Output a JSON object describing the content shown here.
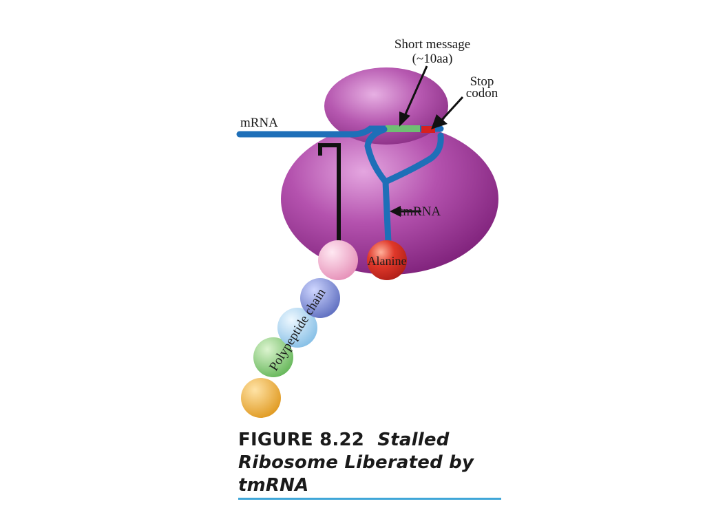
{
  "labels": {
    "short_message_line1": "Short message",
    "short_message_line2": "(~10aa)",
    "stop_line1": "Stop",
    "stop_line2": "codon",
    "mrna": "mRNA",
    "tmrna": "tmRNA",
    "alanine": "Alanine",
    "polypeptide": "Polypeptide chain"
  },
  "caption": {
    "figure_word": "FIGURE",
    "figure_number": "8.22",
    "title_part1": "Stalled",
    "title_line2": "Ribosome Liberated by",
    "title_line3": "tmRNA"
  },
  "colors": {
    "ribosome": "#a02f9c",
    "mrna_strand": "#1e6fb8",
    "short_message_segment": "#6fbf73",
    "stop_codon_segment": "#d62020",
    "alanine_bead": "#e0382a",
    "first_residue": "#f2a8c8",
    "caption_rule": "#3fa6d8"
  },
  "polypeptide_bead_colors": [
    "#f2a8c8",
    "#7f8fd6",
    "#aad6f0",
    "#8fcf7f",
    "#f2b13a"
  ]
}
